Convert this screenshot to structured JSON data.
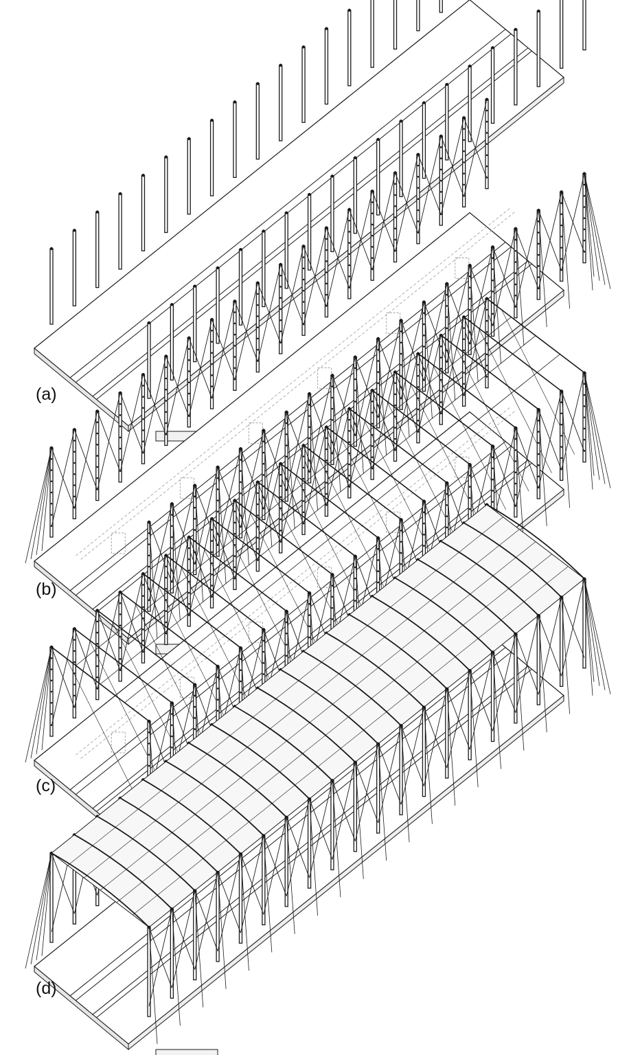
{
  "figure": {
    "panels": [
      {
        "label": "(a)",
        "stage": "deck"
      },
      {
        "label": "(b)",
        "stage": "masts"
      },
      {
        "label": "(c)",
        "stage": "frame"
      },
      {
        "label": "(d)",
        "stage": "roof"
      }
    ],
    "column_count_per_side": 20,
    "colors": {
      "line": "#1a1a1a",
      "dashed": "#9a9a9a",
      "roof_fill": "#f7f7f7",
      "background": "#ffffff"
    }
  }
}
